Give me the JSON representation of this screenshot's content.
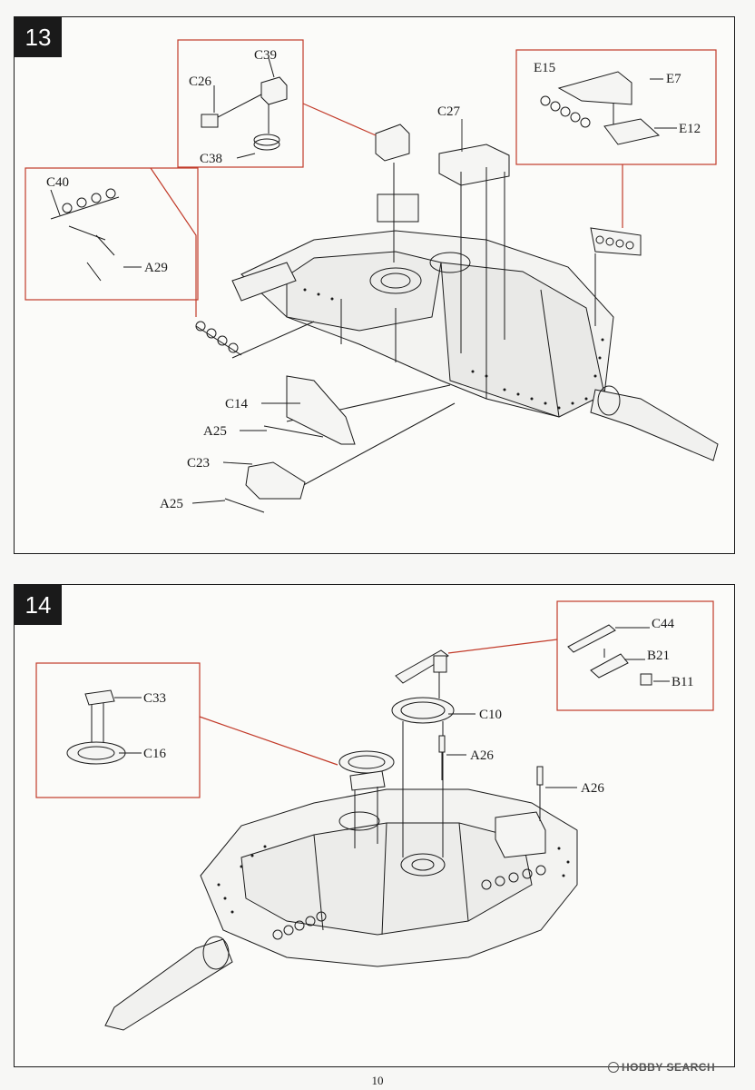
{
  "page": {
    "number": "10",
    "watermark": "HOBBY SEARCH"
  },
  "steps": [
    {
      "number": "13",
      "labels": {
        "c39": "C39",
        "c26": "C26",
        "c38": "C38",
        "c27": "C27",
        "e15": "E15",
        "e7": "E7",
        "e12": "E12",
        "c40": "C40",
        "a29": "A29",
        "c14": "C14",
        "a25_top": "A25",
        "c23": "C23",
        "a25_bottom": "A25"
      }
    },
    {
      "number": "14",
      "labels": {
        "c44": "C44",
        "b21": "B21",
        "b11": "B11",
        "c10": "C10",
        "a26_left": "A26",
        "a26_right": "A26",
        "c33": "C33",
        "c16": "C16"
      }
    }
  ],
  "colors": {
    "callout": "#c23b2a",
    "ink": "#1a1a1a"
  }
}
